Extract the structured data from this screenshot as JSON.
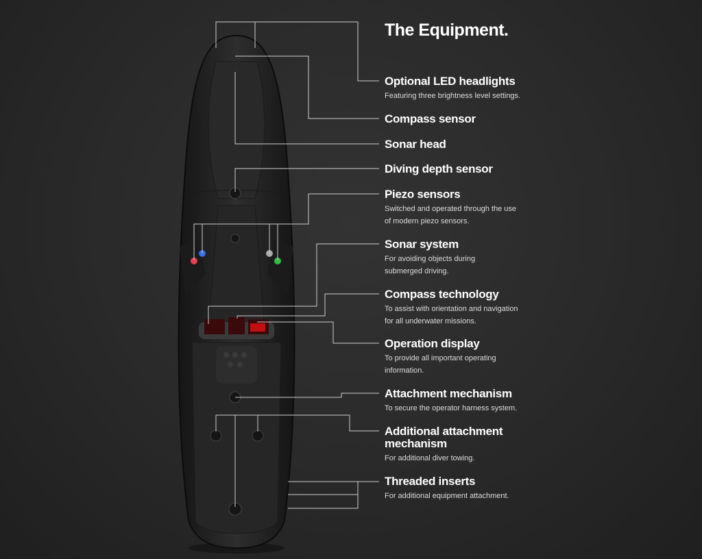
{
  "title": "The Equipment.",
  "items": [
    {
      "title": "Optional LED headlights",
      "desc": "Featuring three brightness level settings."
    },
    {
      "title": "Compass sensor",
      "desc": ""
    },
    {
      "title": "Sonar head",
      "desc": ""
    },
    {
      "title": "Diving depth sensor",
      "desc": ""
    },
    {
      "title": "Piezo sensors",
      "desc": "Switched and operated through the use of modern piezo sensors."
    },
    {
      "title": "Sonar system",
      "desc": "For avoiding objects during submerged driving."
    },
    {
      "title": "Compass technology",
      "desc": "To assist with orientation and navigation for all underwater missions."
    },
    {
      "title": "Operation display",
      "desc": "To provide all important operating information."
    },
    {
      "title": "Attachment mechanism",
      "desc": "To secure the operator harness system."
    },
    {
      "title": "Additional attachment mechanism",
      "desc": "For additional diver towing."
    },
    {
      "title": "Threaded inserts",
      "desc": "For additional equipment attachment."
    }
  ],
  "colors": {
    "line": "#cfcfcf",
    "led_red": "#e04050",
    "led_blue": "#3a6ee0",
    "led_green": "#2cc040",
    "display": "#c01010"
  }
}
